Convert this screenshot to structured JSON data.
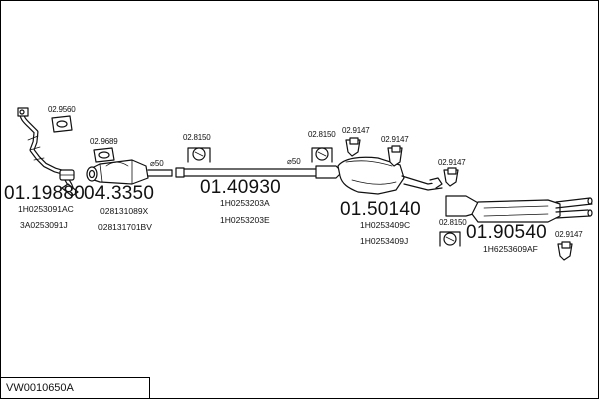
{
  "title": "VW0010650A",
  "parts": [
    {
      "code": "01.19880",
      "refs": [
        "1H0253091AC",
        "3A0253091J"
      ]
    },
    {
      "code": "04.3350",
      "refs": [
        "028131089X",
        "028131701BV"
      ]
    },
    {
      "code": "01.40930",
      "refs": [
        "1H0253203A",
        "1H0253203E"
      ]
    },
    {
      "code": "01.50140",
      "refs": [
        "1H0253409C",
        "1H0253409J"
      ]
    },
    {
      "code": "01.90540",
      "refs": [
        "1H6253609AF"
      ]
    }
  ],
  "accessories": {
    "a1": "02.9560",
    "a2": "02.9689",
    "a3": "02.8150",
    "a4": "02.8150",
    "a5": "02.9147",
    "a6": "02.9147",
    "a7": "02.9147",
    "a8": "02.8150",
    "a9": "02.9147"
  },
  "diameters": {
    "d1": "⌀50",
    "d2": "⌀50"
  }
}
